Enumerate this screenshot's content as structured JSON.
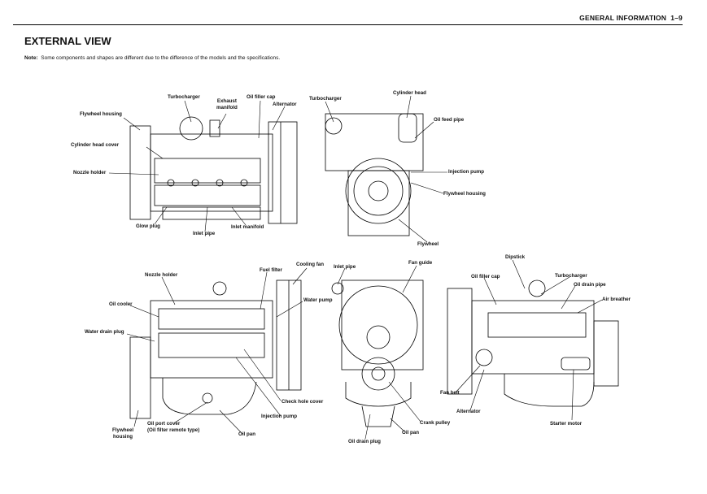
{
  "header": {
    "section": "GENERAL INFORMATION",
    "page": "1–9"
  },
  "title": "EXTERNAL VIEW",
  "note": {
    "label": "Note",
    "text": "Some components and shapes are different due to the difference of the models and the specifications."
  },
  "labels": {
    "top_left": {
      "turbocharger": "Turbocharger",
      "exhaust_manifold_1": "Exhaust",
      "exhaust_manifold_2": "manifold",
      "oil_filler_cap": "Oil filler cap",
      "alternator": "Alternator",
      "flywheel_housing": "Flywheel housing",
      "cylinder_head_cover": "Cylinder head cover",
      "nozzle_holder": "Nozzle holder",
      "glow_plug": "Glow plug",
      "inlet_pipe": "Inlet pipe",
      "inlet_manifold": "Inlet manifold"
    },
    "top_right": {
      "turbocharger": "Turbocharger",
      "cylinder_head": "Cylinder head",
      "oil_feed_pipe": "Oil feed pipe",
      "injection_pump": "Injection pump",
      "flywheel_housing": "Flywheel housing",
      "flywheel": "Flywheel"
    },
    "bottom_left": {
      "nozzle_holder": "Nozzle holder",
      "fuel_filter": "Fuel filter",
      "cooling_fan": "Cooling fan",
      "oil_cooler": "Oil cooler",
      "water_pump": "Water pump",
      "water_drain_plug": "Water drain plug",
      "check_hole_cover": "Check hole cover",
      "injection_pump": "Injection pump",
      "flywheel_housing_1": "Flywheel",
      "flywheel_housing_2": "housing",
      "oil_port_cover_1": "Oil port cover",
      "oil_port_cover_2": "(Oil filter remote type)",
      "oil_pan": "Oil pan"
    },
    "bottom_center": {
      "inlet_pipe": "Inlet pipe",
      "fan_guide": "Fan guide",
      "crank_pulley": "Crank pulley",
      "oil_pan": "Oil pan",
      "oil_drain_plug": "Oil drain plug"
    },
    "bottom_right": {
      "dipstick": "Dipstick",
      "oil_filler_cap": "Oil filler cap",
      "turbocharger": "Turbocharger",
      "oil_drain_pipe": "Oil drain pipe",
      "air_breather": "Air breather",
      "fan_belt": "Fan belt",
      "alternator": "Alternator",
      "starter_motor": "Starter motor"
    }
  }
}
